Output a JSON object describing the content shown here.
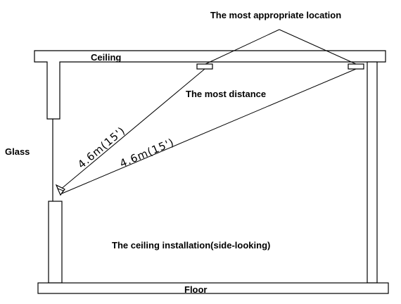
{
  "labels": {
    "top_callout": "The most appropriate location",
    "ceiling": "Ceiling",
    "most_distance": "The most distance",
    "glass": "Glass",
    "distance_1": "4.6m(15')",
    "distance_2": "4.6m(15')",
    "installation": "The ceiling installation(side-looking)",
    "floor": "Floor"
  }
}
